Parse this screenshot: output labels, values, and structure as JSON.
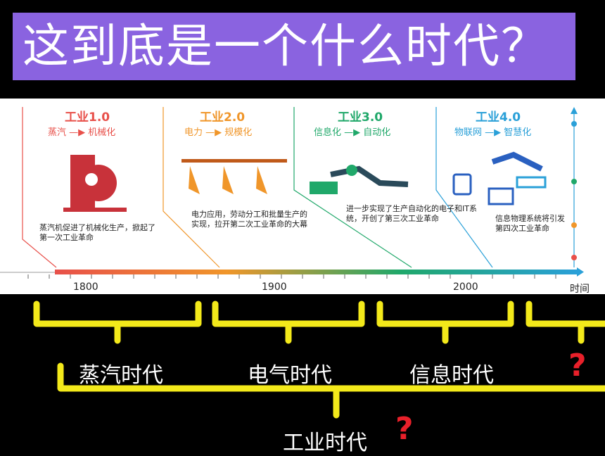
{
  "title": "这到底是一个什么时代？",
  "eras": [
    {
      "title": "工业1.0",
      "sub": "蒸汽 —▶ 机械化",
      "desc": "蒸汽机促进了机械化生产，掀起了第一次工业革命",
      "color": "#e8504a"
    },
    {
      "title": "工业2.0",
      "sub": "电力 —▶ 规模化",
      "desc": "电力应用，劳动分工和批量生产的实现，拉开第二次工业革命的大幕",
      "color": "#f0962a"
    },
    {
      "title": "工业3.0",
      "sub": "信息化 —▶ 自动化",
      "desc": "进一步实现了生产自动化的电子和IT系统，开创了第三次工业革命",
      "color": "#20a86a"
    },
    {
      "title": "工业4.0",
      "sub": "物联网 —▶ 智慧化",
      "desc": "信息物理系统将引发第四次工业革命",
      "color": "#2aa0d8"
    }
  ],
  "axis": {
    "years": [
      "1800",
      "1900",
      "2000"
    ],
    "end_label": "时间"
  },
  "ages": [
    "蒸汽时代",
    "电气时代",
    "信息时代"
  ],
  "industrial_age": "工业时代",
  "question": "?",
  "colors": {
    "title_bg": "#8a63e0",
    "bracket": "#f3e91a",
    "question": "#e8202a"
  }
}
